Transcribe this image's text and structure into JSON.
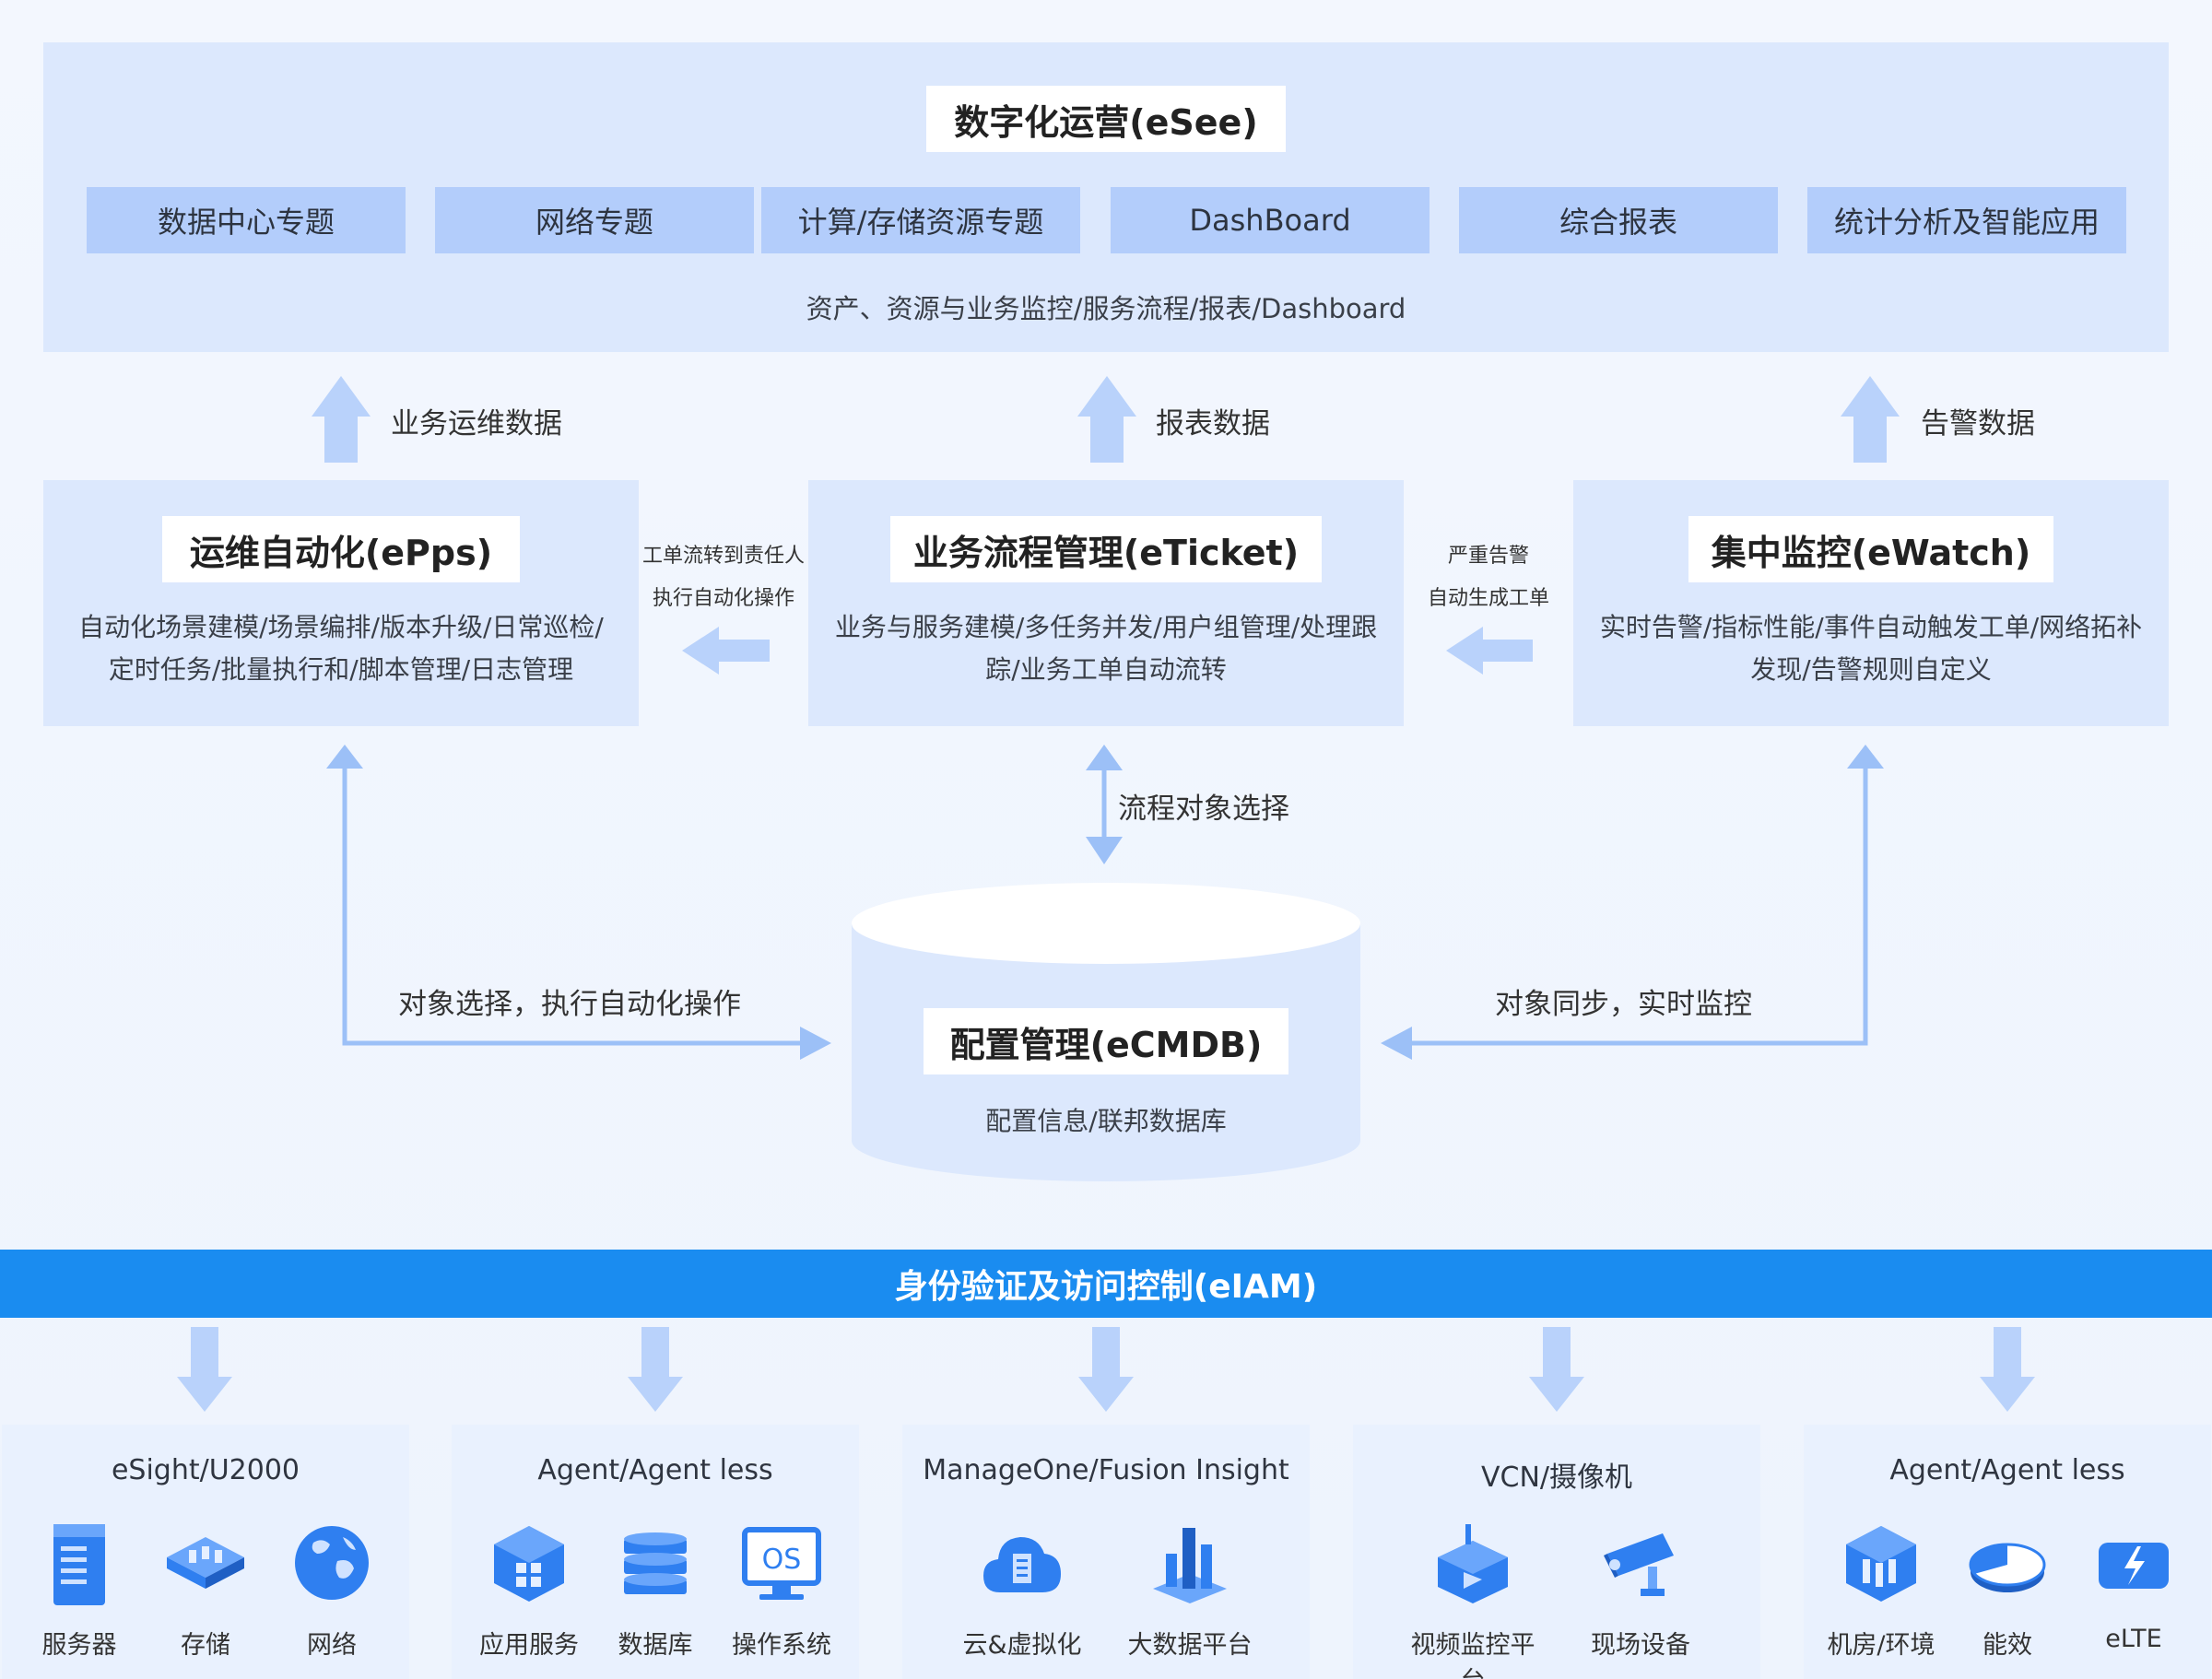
{
  "top": {
    "title": "数字化运营(eSee)",
    "chips": [
      "数据中心专题",
      "网络专题",
      "计算/存储资源专题",
      "DashBoard",
      "综合报表",
      "统计分析及智能应用"
    ],
    "desc": "资产、资源与业务监控/服务流程/报表/Dashboard"
  },
  "flows_up": {
    "left": "业务运维数据",
    "mid": "报表数据",
    "right": "告警数据"
  },
  "epps": {
    "title": "运维自动化(ePps)",
    "desc_line1": "自动化场景建模/场景编排/版本升级/日常巡检/",
    "desc_line2": "定时任务/批量执行和/脚本管理/日志管理"
  },
  "eticket": {
    "title": "业务流程管理(eTicket)",
    "desc_line1": "业务与服务建模/多任务并发/用户组管理/处理跟",
    "desc_line2": "踪/业务工单自动流转"
  },
  "ewatch": {
    "title": "集中监控(eWatch)",
    "desc_line1": "实时告警/指标性能/事件自动触发工单/网络拓补",
    "desc_line2": "发现/告警规则自定义"
  },
  "side_left": {
    "line1": "工单流转到责任人",
    "line2": "执行自动化操作"
  },
  "side_right": {
    "line1": "严重告警",
    "line2": "自动生成工单"
  },
  "flow_select": "流程对象选择",
  "cmdb": {
    "title": "配置管理(eCMDB)",
    "desc": "配置信息/联邦数据库"
  },
  "link_left": "对象选择，执行自动化操作",
  "link_right": "对象同步，实时监控",
  "iam": "身份验证及访问控制(eIAM)",
  "cards": [
    {
      "title": "eSight/U2000",
      "items": [
        {
          "label": "服务器",
          "icon": "server-icon"
        },
        {
          "label": "存储",
          "icon": "storage-icon"
        },
        {
          "label": "网络",
          "icon": "globe-icon"
        }
      ]
    },
    {
      "title": "Agent/Agent less",
      "items": [
        {
          "label": "应用服务",
          "icon": "app-service-icon"
        },
        {
          "label": "数据库",
          "icon": "database-icon"
        },
        {
          "label": "操作系统",
          "icon": "os-icon"
        }
      ]
    },
    {
      "title": "ManageOne/Fusion Insight",
      "items": [
        {
          "label": "云&虚拟化",
          "icon": "cloud-icon"
        },
        {
          "label": "大数据平台",
          "icon": "bigdata-icon"
        }
      ]
    },
    {
      "title": "VCN/摄像机",
      "items": [
        {
          "label": "视频监控平台",
          "icon": "video-platform-icon"
        },
        {
          "label": "现场设备",
          "icon": "camera-icon"
        }
      ]
    },
    {
      "title": "Agent/Agent less",
      "items": [
        {
          "label": "机房/环境",
          "icon": "room-icon"
        },
        {
          "label": "能效",
          "icon": "energy-icon"
        },
        {
          "label": "eLTE",
          "icon": "elte-icon"
        }
      ]
    }
  ],
  "os_text": "OS",
  "colors": {
    "panel": "#dce8fd",
    "chip": "#b3cdfb",
    "arrow": "#b9d2fb",
    "iam": "#1a8cf0",
    "line": "#9cc0f7"
  }
}
